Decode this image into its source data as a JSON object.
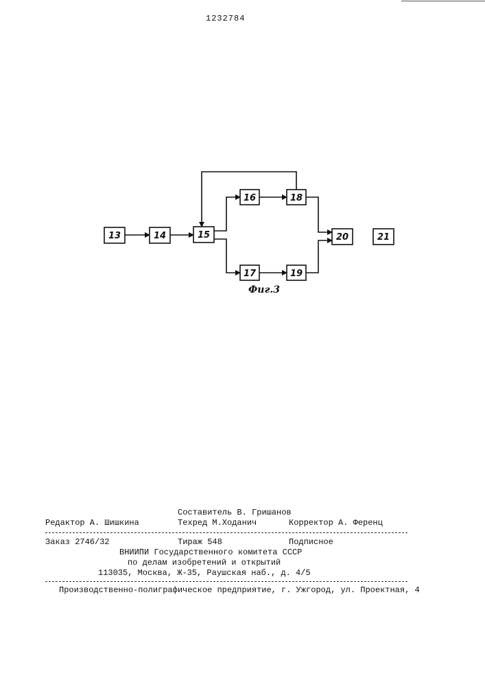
{
  "header": {
    "patent_number": "1232784"
  },
  "diagram": {
    "blocks": [
      "13",
      "14",
      "15",
      "16",
      "17",
      "18",
      "19",
      "20",
      "21"
    ],
    "caption": "Фиг.3"
  },
  "footer": {
    "compiler": "Составитель В. Гришанов",
    "editor": "Редактор А. Шишкина",
    "techred": "Техред М.Ходанич",
    "corrector": "Корректор А. Ференц",
    "order": "Заказ 2746/32",
    "circulation": "Тираж 548",
    "subscription": "Подписное",
    "institute_line1": "ВНИИПИ Государственного комитета СССР",
    "institute_line2": "по делам изобретений и открытий",
    "address": "113035, Москва, Ж-35, Раушская наб., д. 4/5",
    "printer": "Производственно-полиграфическое предприятие, г. Ужгород, ул. Проектная, 4"
  }
}
